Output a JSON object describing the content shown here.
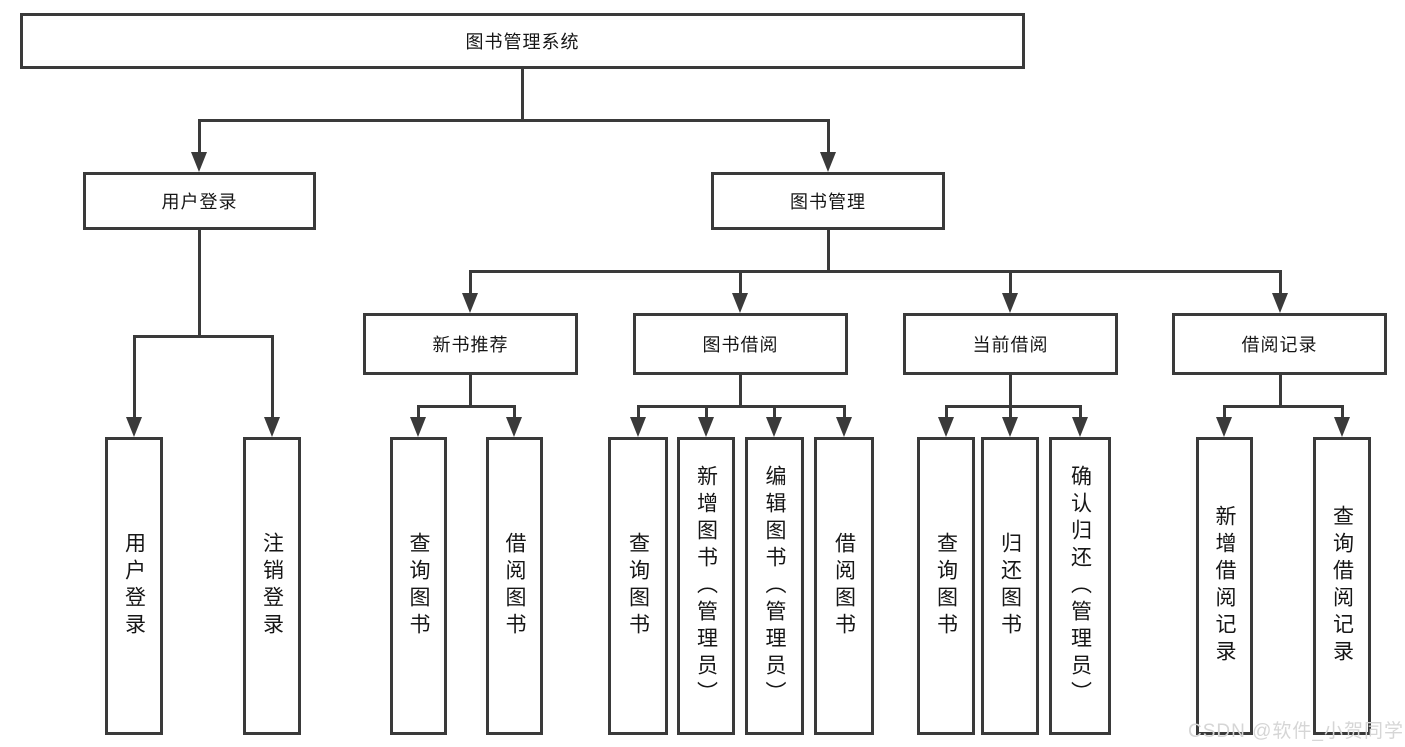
{
  "diagram": {
    "title": "图书管理系统",
    "type": "hierarchy-structure-chart",
    "colors": {
      "line": "#3a3a3a",
      "box_border": "#3a3a3a",
      "box_bg": "#ffffff",
      "text": "#161616",
      "watermark_text": "#d6d6d6"
    },
    "nodes": [
      {
        "id": "root",
        "label": "图书管理系统",
        "parent": null,
        "orientation": "horizontal"
      },
      {
        "id": "user-login-module",
        "label": "用户登录",
        "parent": "root",
        "orientation": "horizontal"
      },
      {
        "id": "book-mgmt-module",
        "label": "图书管理",
        "parent": "root",
        "orientation": "horizontal"
      },
      {
        "id": "new-book-rec",
        "label": "新书推荐",
        "parent": "book-mgmt-module",
        "orientation": "horizontal"
      },
      {
        "id": "book-borrow",
        "label": "图书借阅",
        "parent": "book-mgmt-module",
        "orientation": "horizontal"
      },
      {
        "id": "current-borrow",
        "label": "当前借阅",
        "parent": "book-mgmt-module",
        "orientation": "horizontal"
      },
      {
        "id": "borrow-records",
        "label": "借阅记录",
        "parent": "book-mgmt-module",
        "orientation": "horizontal"
      },
      {
        "id": "login",
        "label": "用户登录",
        "parent": "user-login-module",
        "orientation": "vertical"
      },
      {
        "id": "logout",
        "label": "注销登录",
        "parent": "user-login-module",
        "orientation": "vertical"
      },
      {
        "id": "rec-query-book",
        "label": "查询图书",
        "parent": "new-book-rec",
        "orientation": "vertical"
      },
      {
        "id": "rec-borrow-book",
        "label": "借阅图书",
        "parent": "new-book-rec",
        "orientation": "vertical"
      },
      {
        "id": "bb-query-book",
        "label": "查询图书",
        "parent": "book-borrow",
        "orientation": "vertical"
      },
      {
        "id": "bb-add-book",
        "label": "新增图书（管理员）",
        "parent": "book-borrow",
        "orientation": "vertical"
      },
      {
        "id": "bb-edit-book",
        "label": "编辑图书（管理员）",
        "parent": "book-borrow",
        "orientation": "vertical"
      },
      {
        "id": "bb-borrow-book",
        "label": "借阅图书",
        "parent": "book-borrow",
        "orientation": "vertical"
      },
      {
        "id": "cb-query-book",
        "label": "查询图书",
        "parent": "current-borrow",
        "orientation": "vertical"
      },
      {
        "id": "cb-return-book",
        "label": "归还图书",
        "parent": "current-borrow",
        "orientation": "vertical"
      },
      {
        "id": "cb-confirm-return",
        "label": "确认归还（管理员）",
        "parent": "current-borrow",
        "orientation": "vertical"
      },
      {
        "id": "br-add-record",
        "label": "新增借阅记录",
        "parent": "borrow-records",
        "orientation": "vertical"
      },
      {
        "id": "br-query-record",
        "label": "查询借阅记录",
        "parent": "borrow-records",
        "orientation": "vertical"
      }
    ],
    "watermark": "CSDN @软件_小贺同学"
  }
}
